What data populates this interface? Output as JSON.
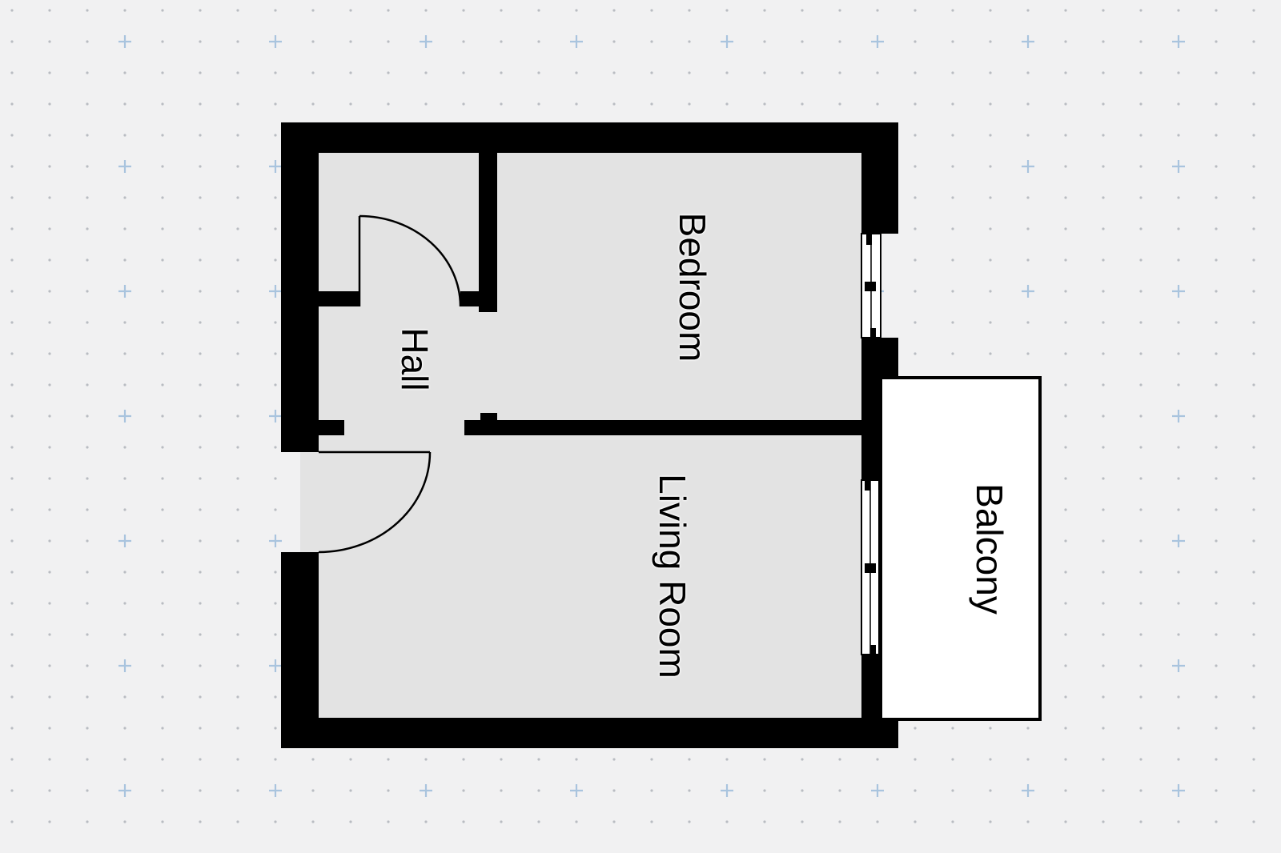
{
  "plan": {
    "colors": {
      "background": "#f1f1f2",
      "grid_dot": "#b9bcc2",
      "grid_plus": "#a9c4de",
      "wall": "#000000",
      "room_fill": "#e3e3e3",
      "balcony_fill": "#ffffff",
      "text": "#000000"
    },
    "rooms": [
      {
        "id": "bedroom",
        "label": "Bedroom"
      },
      {
        "id": "hall",
        "label": "Hall"
      },
      {
        "id": "living-room",
        "label": "Living Room"
      },
      {
        "id": "balcony",
        "label": "Balcony"
      }
    ],
    "doors": [
      "closet-door",
      "entry-door"
    ],
    "windows": [
      "bedroom-window",
      "living-room-window"
    ]
  }
}
